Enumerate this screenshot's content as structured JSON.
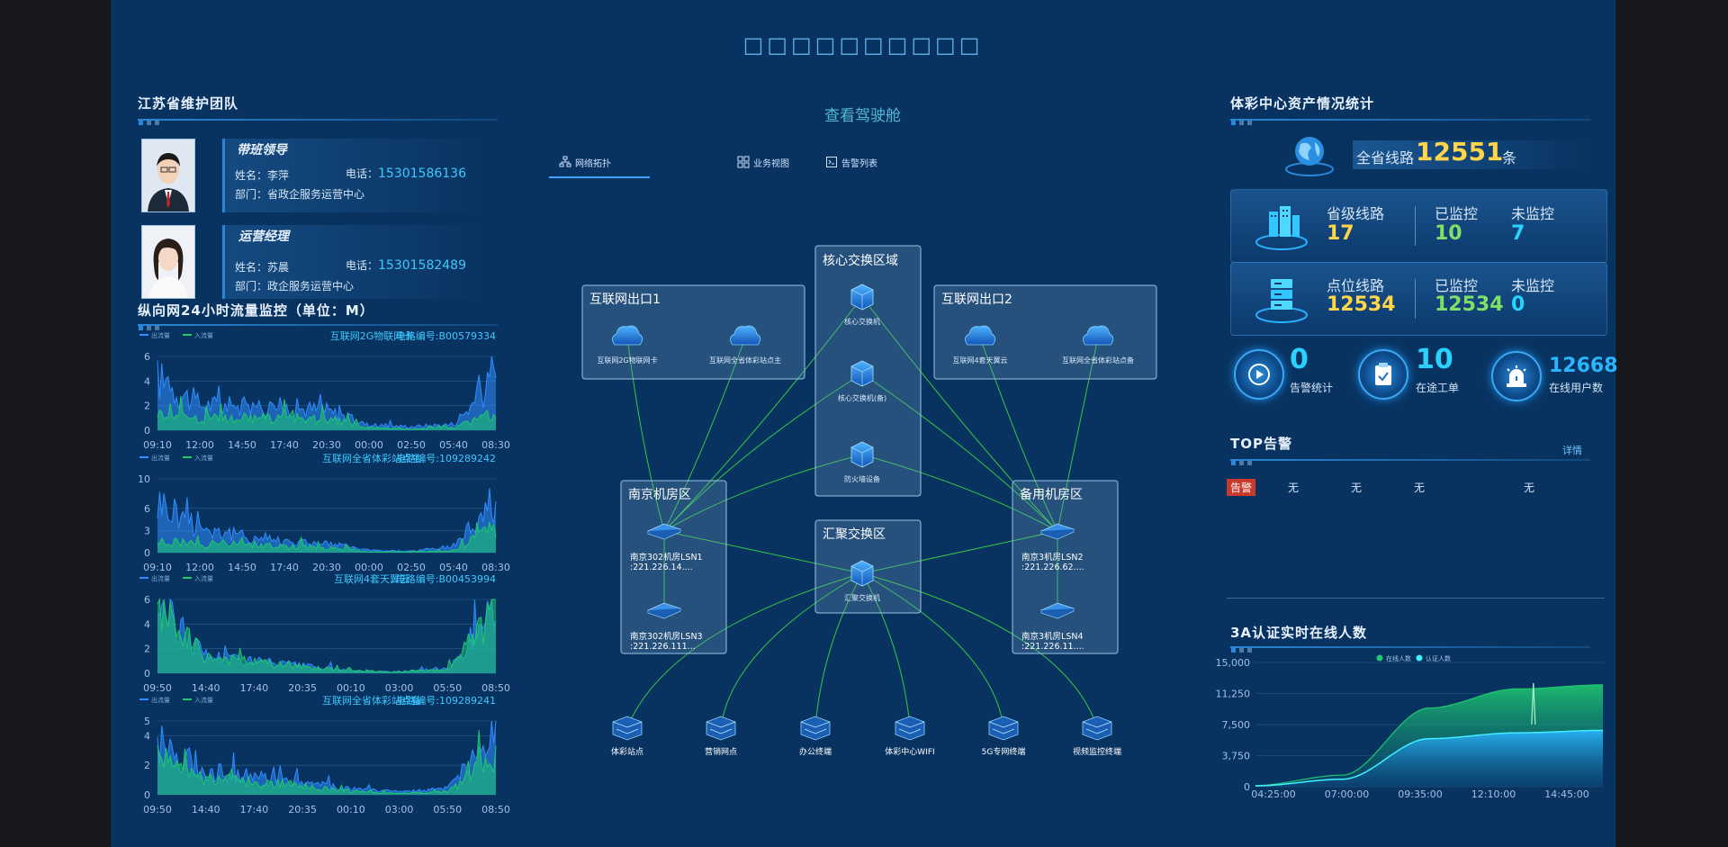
{
  "page": {
    "title": "□□□□□□□□□□"
  },
  "team": {
    "title": "江苏省维护团队",
    "members": [
      {
        "role": "带班领导",
        "name_label": "姓名：李萍",
        "phone_label": "电话：",
        "phone": "15301586136",
        "dept_label": "部门：省政企服务运营中心"
      },
      {
        "role": "运营经理",
        "name_label": "姓名：苏晨",
        "phone_label": "电话：",
        "phone": "15301582489",
        "dept_label": "部门：政企服务运营中心"
      }
    ]
  },
  "traffic": {
    "title": "纵向网24小时流量监控（单位：M）",
    "legend": [
      "出流量",
      "入流量"
    ],
    "charts": [
      {
        "name": "互联网2G物联网卡",
        "circuit": "电路编号:B00579334",
        "xticks": [
          "09:10",
          "12:00",
          "14:50",
          "17:40",
          "20:30",
          "00:00",
          "02:50",
          "05:40",
          "08:30"
        ],
        "yticks": [
          "0",
          "2",
          "4",
          "6"
        ]
      },
      {
        "name": "互联网全省体彩站点主",
        "circuit": "电路编号:109289242",
        "xticks": [
          "09:10",
          "12:00",
          "14:50",
          "17:40",
          "20:30",
          "00:00",
          "02:50",
          "05:40",
          "08:30"
        ],
        "yticks": [
          "0",
          "3",
          "6",
          "10"
        ]
      },
      {
        "name": "互联网4套天翼云",
        "circuit": "电路编号:B00453994",
        "xticks": [
          "09:50",
          "14:40",
          "17:40",
          "20:35",
          "00:10",
          "03:00",
          "05:50",
          "08:50"
        ],
        "yticks": [
          "0",
          "2",
          "4",
          "6"
        ]
      },
      {
        "name": "互联网全省体彩站点备",
        "circuit": "电路编号:109289241",
        "xticks": [
          "09:50",
          "14:40",
          "17:40",
          "20:35",
          "00:10",
          "03:00",
          "05:50",
          "08:50"
        ],
        "yticks": [
          "0",
          "2",
          "4",
          "5"
        ]
      }
    ]
  },
  "center": {
    "subtitle": "查看驾驶舱",
    "tabs": [
      "网络拓扑",
      "业务视图",
      "告警列表"
    ],
    "topology": {
      "groups": {
        "cloud1": "互联网出口1",
        "core": "核心交换区域",
        "cloud2": "互联网出口2",
        "left": "南京机房区",
        "middle": "汇聚交换区",
        "right": "备用机房区"
      },
      "nodes": {
        "cloud1a": "互联网2G物联网卡",
        "cloud1b": "互联网全省体彩站点主",
        "core1": "核心交换机",
        "core2": "核心交换机(备)",
        "core3": "防火墙设备",
        "cloud2a": "互联网4套天翼云",
        "cloud2b": "互联网全省体彩站点备",
        "lsn1": "南京302机房LSN1\n:221.226.14....",
        "lsn3": "南京302机房LSN3\n:221.226.111...",
        "mid": "汇聚交换机",
        "lsn2": "南京3机房LSN2\n:221.226.62....",
        "lsn4": "南京3机房LSN4\n:221.226.11....",
        "b1": "体彩站点",
        "b2": "营销网点",
        "b3": "办公终端",
        "b4": "体彩中心WIFI",
        "b5": "5G专网终端",
        "b6": "视频监控终端"
      }
    }
  },
  "assets": {
    "title": "体彩中心资产情况统计",
    "total_label": "全省线路",
    "total": "12551",
    "total_unit": "条",
    "rows": [
      {
        "label": "省级线路",
        "value": "17",
        "monitored_label": "已监控",
        "monitored": "10",
        "unmonitored_label": "未监控",
        "unmonitored": "7"
      },
      {
        "label": "点位线路",
        "value": "12534",
        "monitored_label": "已监控",
        "monitored": "12534",
        "unmonitored_label": "未监控",
        "unmonitored": "0"
      }
    ],
    "stats": [
      {
        "value": "0",
        "label": "告警统计"
      },
      {
        "value": "10",
        "label": "在途工单"
      },
      {
        "value": "12668",
        "label": "在线用户数"
      }
    ]
  },
  "alarms": {
    "title": "TOP告警",
    "detail": "详情",
    "badge": "告警",
    "cells": [
      "无",
      "无",
      "无",
      "无"
    ]
  },
  "online": {
    "title": "3A认证实时在线人数",
    "legend": [
      "在线人数",
      "认证人数"
    ]
  },
  "colors": {
    "accent": "#2a86d6",
    "green": "#1ec86e",
    "cyan": "#3ff0ff",
    "yellow": "#ffd54a"
  },
  "chart_data": [
    {
      "type": "area",
      "title": "互联网2G物联网卡",
      "x": [
        "09:10",
        "12:00",
        "14:50",
        "17:40",
        "20:30",
        "00:00",
        "02:50",
        "05:40",
        "08:30"
      ],
      "ylim": [
        0,
        6
      ],
      "series": [
        {
          "name": "出流量",
          "values": [
            4.2,
            2.1,
            1.9,
            1.9,
            1.6,
            0.4,
            0.3,
            0.5,
            4.2
          ]
        },
        {
          "name": "入流量",
          "values": [
            1.5,
            0.9,
            1.0,
            1.0,
            0.9,
            0.2,
            0.1,
            0.2,
            1.4
          ]
        }
      ]
    },
    {
      "type": "area",
      "title": "互联网全省体彩站点主",
      "x": [
        "09:10",
        "12:00",
        "14:50",
        "17:40",
        "20:30",
        "00:00",
        "02:50",
        "05:40",
        "08:30"
      ],
      "ylim": [
        0,
        10
      ],
      "series": [
        {
          "name": "出流量",
          "values": [
            7.0,
            3.5,
            2.2,
            1.6,
            1.2,
            0.3,
            0.2,
            0.8,
            7.5
          ]
        },
        {
          "name": "入流量",
          "values": [
            1.5,
            1.2,
            1.1,
            0.9,
            0.7,
            0.1,
            0.1,
            0.3,
            3.5
          ]
        }
      ]
    },
    {
      "type": "area",
      "title": "互联网4套天翼云",
      "x": [
        "09:50",
        "14:40",
        "17:40",
        "20:35",
        "00:10",
        "03:00",
        "05:50",
        "08:50"
      ],
      "ylim": [
        0,
        6
      ],
      "series": [
        {
          "name": "出流量",
          "values": [
            5.5,
            1.5,
            1.0,
            0.6,
            0.2,
            0.1,
            0.4,
            5.2
          ]
        },
        {
          "name": "入流量",
          "values": [
            5.0,
            1.3,
            0.9,
            0.5,
            0.2,
            0.1,
            0.3,
            5.0
          ]
        }
      ]
    },
    {
      "type": "area",
      "title": "互联网全省体彩站点备",
      "x": [
        "09:50",
        "14:40",
        "17:40",
        "20:35",
        "00:10",
        "03:00",
        "05:50",
        "08:50"
      ],
      "ylim": [
        0,
        5
      ],
      "series": [
        {
          "name": "出流量",
          "values": [
            3.6,
            1.6,
            1.2,
            0.9,
            0.4,
            0.2,
            0.4,
            3.9
          ]
        },
        {
          "name": "入流量",
          "values": [
            2.5,
            1.1,
            0.9,
            0.6,
            0.2,
            0.1,
            0.2,
            2.5
          ]
        }
      ]
    },
    {
      "type": "area",
      "title": "3A认证实时在线人数",
      "x": [
        "04:25:00",
        "07:00:00",
        "09:35:00",
        "12:10:00",
        "14:45:00"
      ],
      "yticks": [
        "0",
        "3,750",
        "7,500",
        "11,250",
        "15,000"
      ],
      "ylim": [
        0,
        15000
      ],
      "series": [
        {
          "name": "在线人数",
          "values": [
            150,
            1400,
            9500,
            11800,
            12300
          ]
        },
        {
          "name": "认证人数",
          "values": [
            100,
            900,
            5800,
            6500,
            6800
          ]
        }
      ]
    }
  ]
}
